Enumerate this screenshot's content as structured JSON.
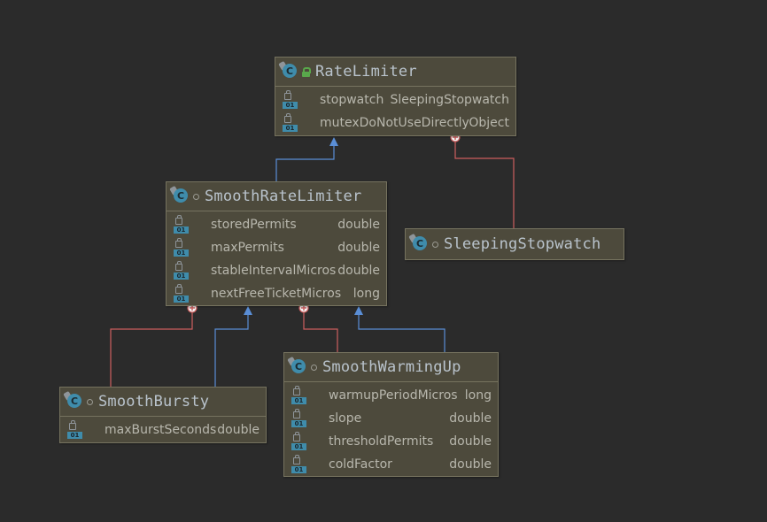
{
  "colors": {
    "background": "#2b2b2b",
    "box": "#4d4a3c",
    "border": "#76735f",
    "inheritance": "#5a8ed6",
    "inner_class": "#cc5e5e"
  },
  "classes": [
    {
      "id": "RateLimiter",
      "name": "RateLimiter",
      "icon": "class-icon",
      "visibility": "public",
      "abstract": true,
      "fields": [
        {
          "name": "stopwatch",
          "type": "SleepingStopwatch"
        },
        {
          "name": "mutexDoNotUseDirectly",
          "type": "Object"
        }
      ]
    },
    {
      "id": "SmoothRateLimiter",
      "name": "SmoothRateLimiter",
      "icon": "class-icon",
      "visibility": "package-private",
      "abstract": true,
      "fields": [
        {
          "name": "storedPermits",
          "type": "double"
        },
        {
          "name": "maxPermits",
          "type": "double"
        },
        {
          "name": "stableIntervalMicros",
          "type": "double"
        },
        {
          "name": "nextFreeTicketMicros",
          "type": "long"
        }
      ]
    },
    {
      "id": "SleepingStopwatch",
      "name": "SleepingStopwatch",
      "icon": "class-icon",
      "visibility": "package-private",
      "abstract": true,
      "fields": []
    },
    {
      "id": "SmoothBursty",
      "name": "SmoothBursty",
      "icon": "class-icon",
      "visibility": "package-private",
      "abstract": false,
      "fields": [
        {
          "name": "maxBurstSeconds",
          "type": "double"
        }
      ]
    },
    {
      "id": "SmoothWarmingUp",
      "name": "SmoothWarmingUp",
      "icon": "class-icon",
      "visibility": "package-private",
      "abstract": false,
      "fields": [
        {
          "name": "warmupPeriodMicros",
          "type": "long"
        },
        {
          "name": "slope",
          "type": "double"
        },
        {
          "name": "thresholdPermits",
          "type": "double"
        },
        {
          "name": "coldFactor",
          "type": "double"
        }
      ]
    }
  ],
  "edges": [
    {
      "from": "SmoothRateLimiter",
      "to": "RateLimiter",
      "kind": "inheritance"
    },
    {
      "from": "SleepingStopwatch",
      "to": "RateLimiter",
      "kind": "inner-class"
    },
    {
      "from": "SmoothBursty",
      "to": "SmoothRateLimiter",
      "kind": "inner-class"
    },
    {
      "from": "SmoothBursty",
      "to": "SmoothRateLimiter",
      "kind": "inheritance"
    },
    {
      "from": "SmoothWarmingUp",
      "to": "SmoothRateLimiter",
      "kind": "inner-class"
    },
    {
      "from": "SmoothWarmingUp",
      "to": "SmoothRateLimiter",
      "kind": "inheritance"
    }
  ]
}
